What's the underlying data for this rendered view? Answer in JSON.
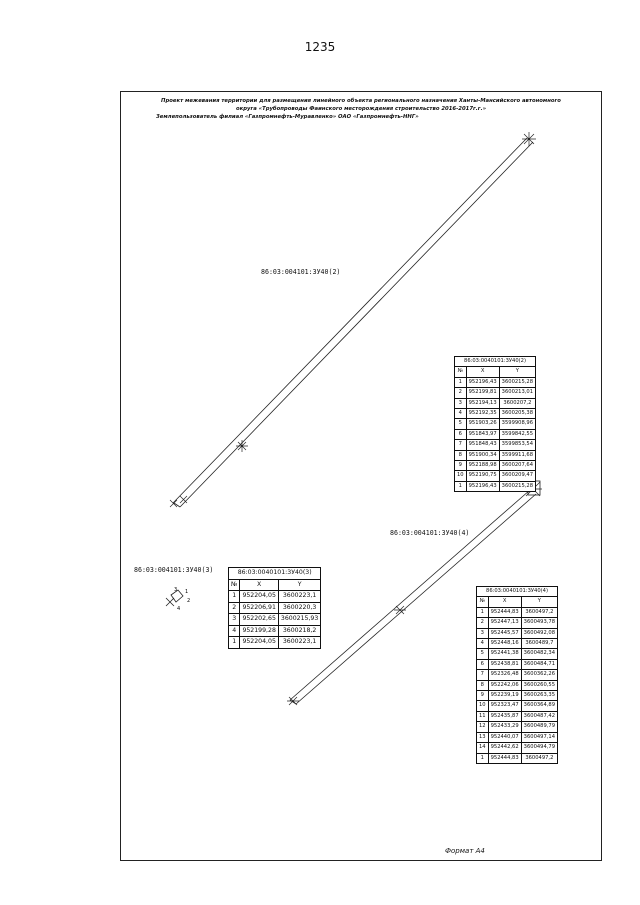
{
  "page_number": "1235",
  "header": {
    "line1": "Проект межевания территории для размещения линейного объекта регионального назначения Ханты-Мансийского автономного",
    "line2": "округа «Трубопроводы Фаинского месторождения строительство 2016-2017г.г.»",
    "line3": "Землепользователь филиал «Газпромнефть-Муравленко» ОАО «Газпромнефть-ННГ»"
  },
  "parcels": {
    "p2": "86:03:004101:3У40(2)",
    "p3": "86:03:004101:3У40(3)",
    "p4": "86:03:004101:3У40(4)"
  },
  "tables": {
    "t2": {
      "caption": "86:03:0040101:3У40(2)",
      "cols": [
        "№",
        "X",
        "Y"
      ],
      "rows": [
        [
          "1",
          "952196,43",
          "3600215,28"
        ],
        [
          "2",
          "952199,81",
          "3600213,01"
        ],
        [
          "3",
          "952194,13",
          "3600207,2"
        ],
        [
          "4",
          "952192,35",
          "3600205,38"
        ],
        [
          "5",
          "951903,26",
          "3599908,96"
        ],
        [
          "6",
          "951843,97",
          "3599842,55"
        ],
        [
          "7",
          "951848,43",
          "3599853,54"
        ],
        [
          "8",
          "951900,34",
          "3599911,68"
        ],
        [
          "9",
          "952188,98",
          "3600207,64"
        ],
        [
          "10",
          "952190,75",
          "3600209,47"
        ],
        [
          "1",
          "952196,43",
          "3600215,28"
        ]
      ]
    },
    "t3": {
      "caption": "86:03:0040101:3У40(3)",
      "cols": [
        "№",
        "X",
        "Y"
      ],
      "rows": [
        [
          "1",
          "952204,05",
          "3600223,1"
        ],
        [
          "2",
          "952206,91",
          "3600220,3"
        ],
        [
          "3",
          "952202,65",
          "3600215,93"
        ],
        [
          "4",
          "952199,28",
          "3600218,2"
        ],
        [
          "1",
          "952204,05",
          "3600223,1"
        ]
      ]
    },
    "t4": {
      "caption": "86:03:0040101:3У40(4)",
      "cols": [
        "№",
        "X",
        "Y"
      ],
      "rows": [
        [
          "1",
          "952444,83",
          "3600497,2"
        ],
        [
          "2",
          "952447,13",
          "3600493,78"
        ],
        [
          "3",
          "952445,57",
          "3600492,08"
        ],
        [
          "4",
          "952448,16",
          "3600489,7"
        ],
        [
          "5",
          "952441,38",
          "3600482,34"
        ],
        [
          "6",
          "952438,81",
          "3600484,71"
        ],
        [
          "7",
          "952326,48",
          "3600362,26"
        ],
        [
          "8",
          "952242,06",
          "3600260,55"
        ],
        [
          "9",
          "952239,19",
          "3600263,35"
        ],
        [
          "10",
          "952323,47",
          "3600364,89"
        ],
        [
          "11",
          "952435,87",
          "3600487,42"
        ],
        [
          "12",
          "952433,29",
          "3600489,79"
        ],
        [
          "13",
          "952440,07",
          "3600497,14"
        ],
        [
          "14",
          "952442,62",
          "3600494,79"
        ],
        [
          "1",
          "952444,83",
          "3600497,2"
        ]
      ]
    }
  },
  "small_plot_labels": [
    "1",
    "2",
    "3",
    "4"
  ],
  "format_label": "Формат А4"
}
